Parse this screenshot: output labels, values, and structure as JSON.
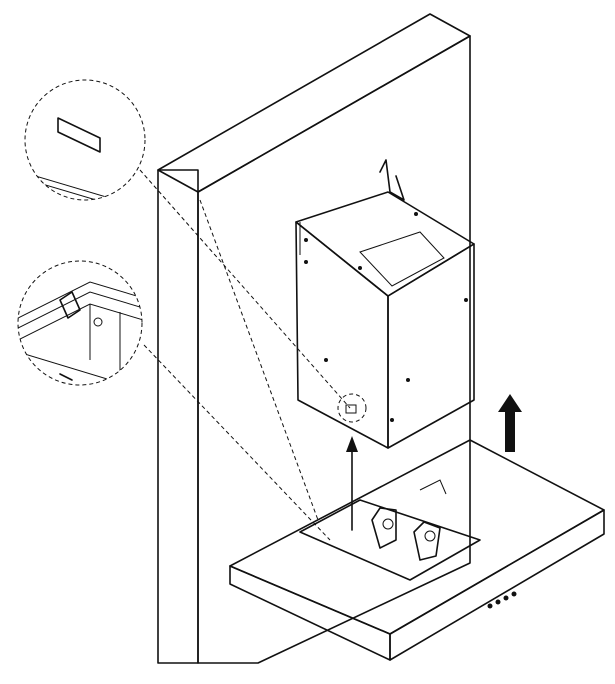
{
  "figure": {
    "description_text": "",
    "parts": [
      "wall",
      "chimney-cover",
      "range-hood",
      "detail-bracket-slot",
      "detail-hood-tab"
    ],
    "arrow_directions": [
      "up",
      "up"
    ],
    "line_color": "#111111",
    "wall_pattern": "brick",
    "background": "#ffffff"
  }
}
